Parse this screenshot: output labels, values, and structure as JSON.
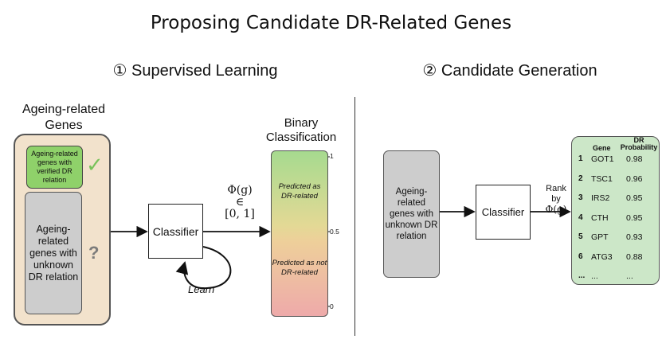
{
  "title": "Proposing Candidate DR-Related Genes",
  "sections": {
    "supervised": "① Supervised Learning",
    "candidate": "② Candidate Generation"
  },
  "ageing_genes": {
    "title": "Ageing-related Genes",
    "verified": "Ageing-related genes with verified DR relation",
    "unknown": "Ageing-related genes with unknown DR relation",
    "check": "✓",
    "question": "?"
  },
  "classifier": {
    "label": "Classifier",
    "learn": "Learn",
    "output_line1": "Φ(g)",
    "output_line2": "∈",
    "output_line3": "[0, 1]"
  },
  "binary": {
    "title_line1": "Binary",
    "title_line2": "Classification",
    "predicted_related": "Predicted as DR-related",
    "predicted_not": "Predicted as not DR-related",
    "ticks": [
      "1",
      "0.5",
      "0"
    ]
  },
  "candidate": {
    "input": "Ageing-related genes with unknown DR relation",
    "classifier": "Classifier",
    "rank_line1": "Rank",
    "rank_line2": "by",
    "rank_line3": "Φ(g)"
  },
  "ranking": {
    "header_gene": "Gene",
    "header_prob_line1": "DR",
    "header_prob_line2": "Probability",
    "rows": [
      {
        "rank": "1",
        "gene": "GOT1",
        "prob": "0.98"
      },
      {
        "rank": "2",
        "gene": "TSC1",
        "prob": "0.96"
      },
      {
        "rank": "3",
        "gene": "IRS2",
        "prob": "0.95"
      },
      {
        "rank": "4",
        "gene": "CTH",
        "prob": "0.95"
      },
      {
        "rank": "5",
        "gene": "GPT",
        "prob": "0.93"
      },
      {
        "rank": "6",
        "gene": "ATG3",
        "prob": "0.88"
      },
      {
        "rank": "...",
        "gene": "...",
        "prob": "..."
      }
    ]
  }
}
